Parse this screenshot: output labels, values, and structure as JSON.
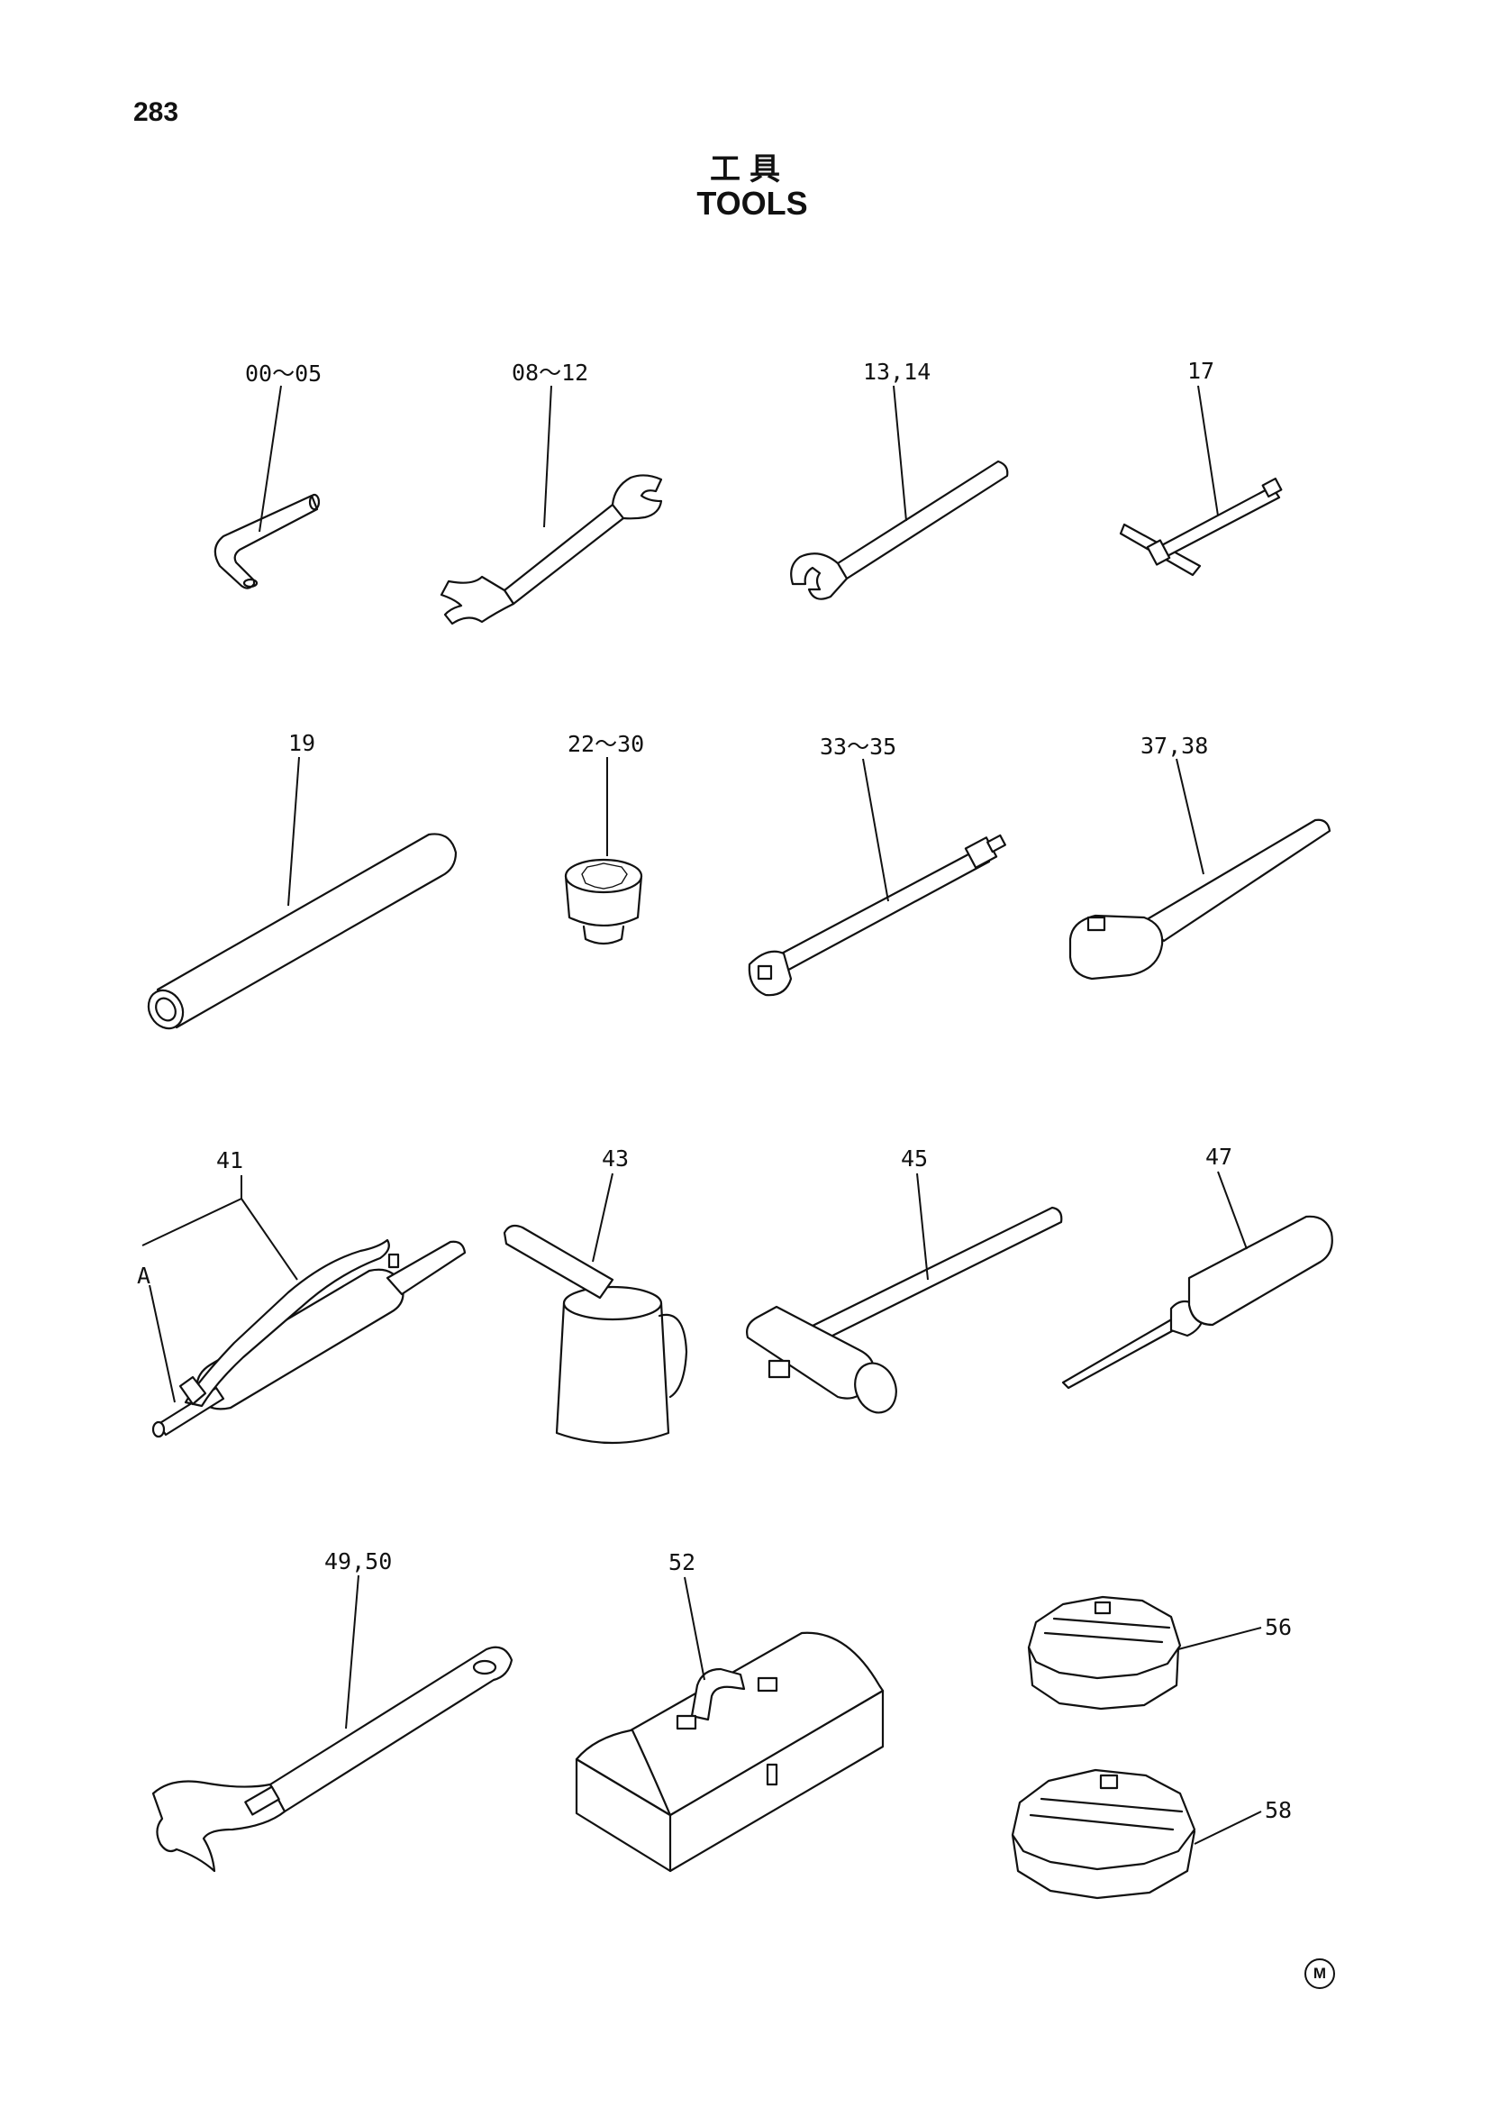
{
  "page_number": "283",
  "title_jp": "工具",
  "title_en": "TOOLS",
  "labels": {
    "hex_key": "00～05",
    "open_wrench": "08～12",
    "striking_wrench": "13,14",
    "t_wrench": "17",
    "bar": "19",
    "socket": "22～30",
    "extension": "33～35",
    "ratchet": "37,38",
    "grease_gun": "41",
    "grease_gun_a": "A",
    "oil_can": "43",
    "hammer": "45",
    "screwdriver": "47",
    "adjustable_wrench": "49,50",
    "tool_box": "52",
    "filter_wrench_1": "56",
    "filter_wrench_2": "58"
  },
  "mark": "M"
}
